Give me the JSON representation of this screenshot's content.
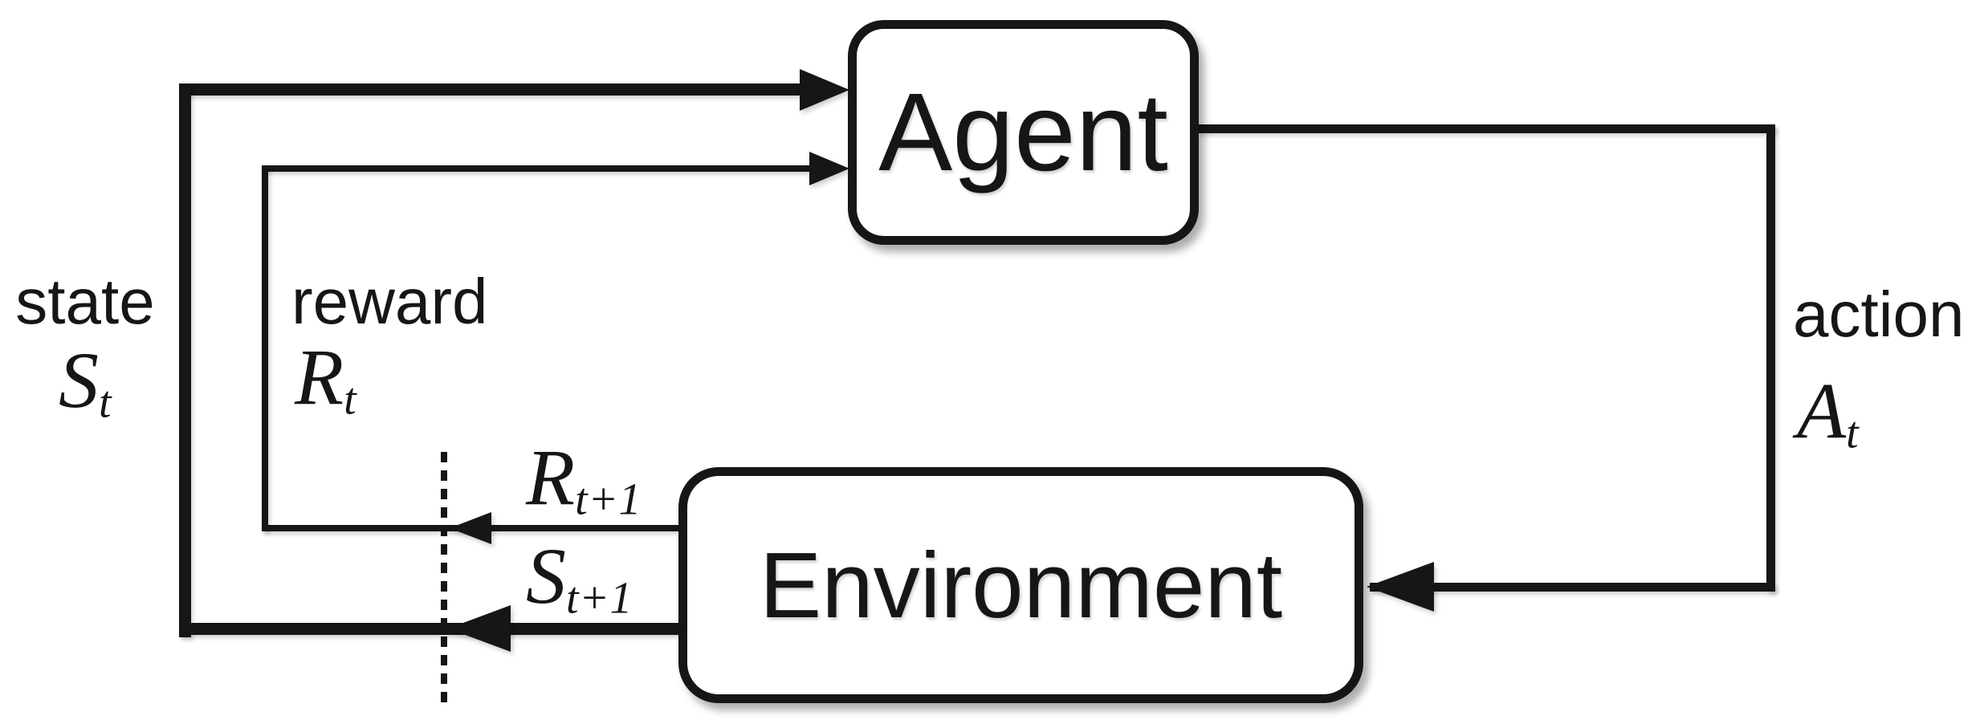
{
  "nodes": {
    "agent": "Agent",
    "environment": "Environment"
  },
  "labels": {
    "state": {
      "word": "state",
      "sym": "S",
      "sub": "t"
    },
    "reward": {
      "word": "reward",
      "sym": "R",
      "sub": "t"
    },
    "action": {
      "word": "action",
      "sym": "A",
      "sub": "t"
    },
    "next_reward": {
      "sym": "R",
      "sub": "t+1"
    },
    "next_state": {
      "sym": "S",
      "sub": "t+1"
    }
  },
  "colors": {
    "ink": "#161616",
    "box_fill": "#ffffff",
    "background": "#ffffff"
  }
}
